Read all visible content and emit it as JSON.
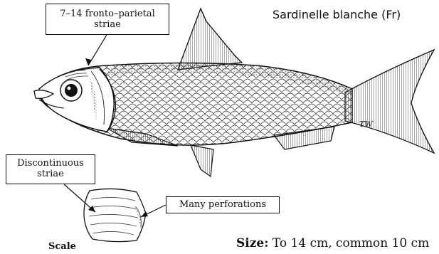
{
  "common_name": "Sardinelle blanche (Fr)",
  "callouts": {
    "fronto_parietal_line1": "7–14 fronto–parietal",
    "fronto_parietal_line2": "striae",
    "discontinuous_line1": "Discontinuous",
    "discontinuous_line2": "striae",
    "perforations": "Many perforations"
  },
  "scale_label": "Scale",
  "size": {
    "label": "Size:",
    "value": "To 14 cm, common 10 cm"
  },
  "artist_signature": "TW"
}
